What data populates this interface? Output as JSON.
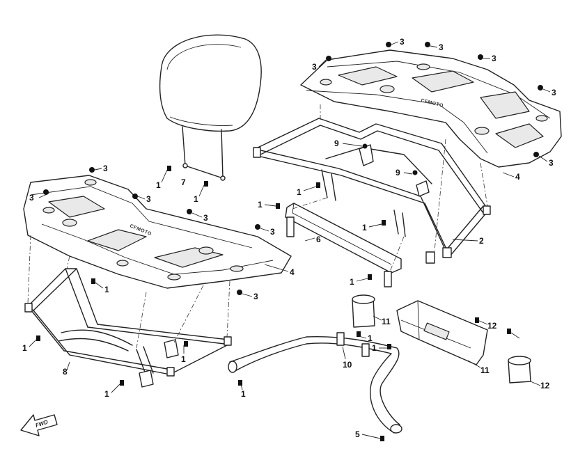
{
  "brand_text": "CFMOTO",
  "fwd_text": "FWD",
  "callouts": [
    {
      "id": "c1",
      "text": "3"
    },
    {
      "id": "c2",
      "text": "3"
    },
    {
      "id": "c3",
      "text": "3"
    },
    {
      "id": "c4",
      "text": "3"
    },
    {
      "id": "c5",
      "text": "3"
    },
    {
      "id": "c6",
      "text": "3"
    },
    {
      "id": "c7",
      "text": "3"
    },
    {
      "id": "c8",
      "text": "3"
    },
    {
      "id": "c9",
      "text": "3"
    },
    {
      "id": "c10",
      "text": "3"
    },
    {
      "id": "c11",
      "text": "3"
    },
    {
      "id": "c12",
      "text": "3"
    },
    {
      "id": "c13",
      "text": "4"
    },
    {
      "id": "c14",
      "text": "4"
    },
    {
      "id": "c15",
      "text": "9"
    },
    {
      "id": "c16",
      "text": "9"
    },
    {
      "id": "c17",
      "text": "7"
    },
    {
      "id": "c18",
      "text": "1"
    },
    {
      "id": "c19",
      "text": "1"
    },
    {
      "id": "c20",
      "text": "1"
    },
    {
      "id": "c21",
      "text": "1"
    },
    {
      "id": "c22",
      "text": "1"
    },
    {
      "id": "c23",
      "text": "1"
    },
    {
      "id": "c24",
      "text": "1"
    },
    {
      "id": "c25",
      "text": "1"
    },
    {
      "id": "c26",
      "text": "1"
    },
    {
      "id": "c27",
      "text": "1"
    },
    {
      "id": "c28",
      "text": "1"
    },
    {
      "id": "c29",
      "text": "1"
    },
    {
      "id": "c30",
      "text": "1"
    },
    {
      "id": "c31",
      "text": "5"
    },
    {
      "id": "c32",
      "text": "6"
    },
    {
      "id": "c33",
      "text": "2"
    },
    {
      "id": "c34",
      "text": "8"
    },
    {
      "id": "c35",
      "text": "10"
    },
    {
      "id": "c36",
      "text": "11"
    },
    {
      "id": "c37",
      "text": "11"
    },
    {
      "id": "c38",
      "text": "12"
    },
    {
      "id": "c39",
      "text": "12"
    }
  ]
}
